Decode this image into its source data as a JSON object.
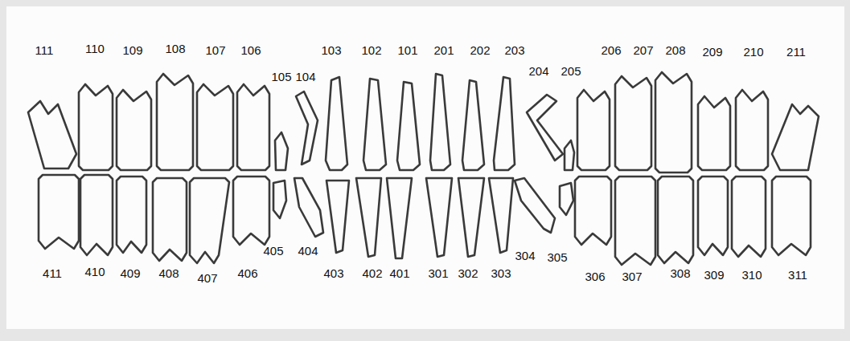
{
  "diagram": {
    "labels": [
      "111",
      "110",
      "109",
      "108",
      "107",
      "106",
      "105",
      "104",
      "103",
      "102",
      "101",
      "201",
      "202",
      "203",
      "204",
      "205",
      "206",
      "207",
      "208",
      "209",
      "210",
      "211",
      "411",
      "410",
      "409",
      "408",
      "407",
      "406",
      "405",
      "404",
      "403",
      "402",
      "401",
      "301",
      "302",
      "303",
      "304",
      "305",
      "306",
      "307",
      "308",
      "309",
      "310",
      "311"
    ]
  }
}
